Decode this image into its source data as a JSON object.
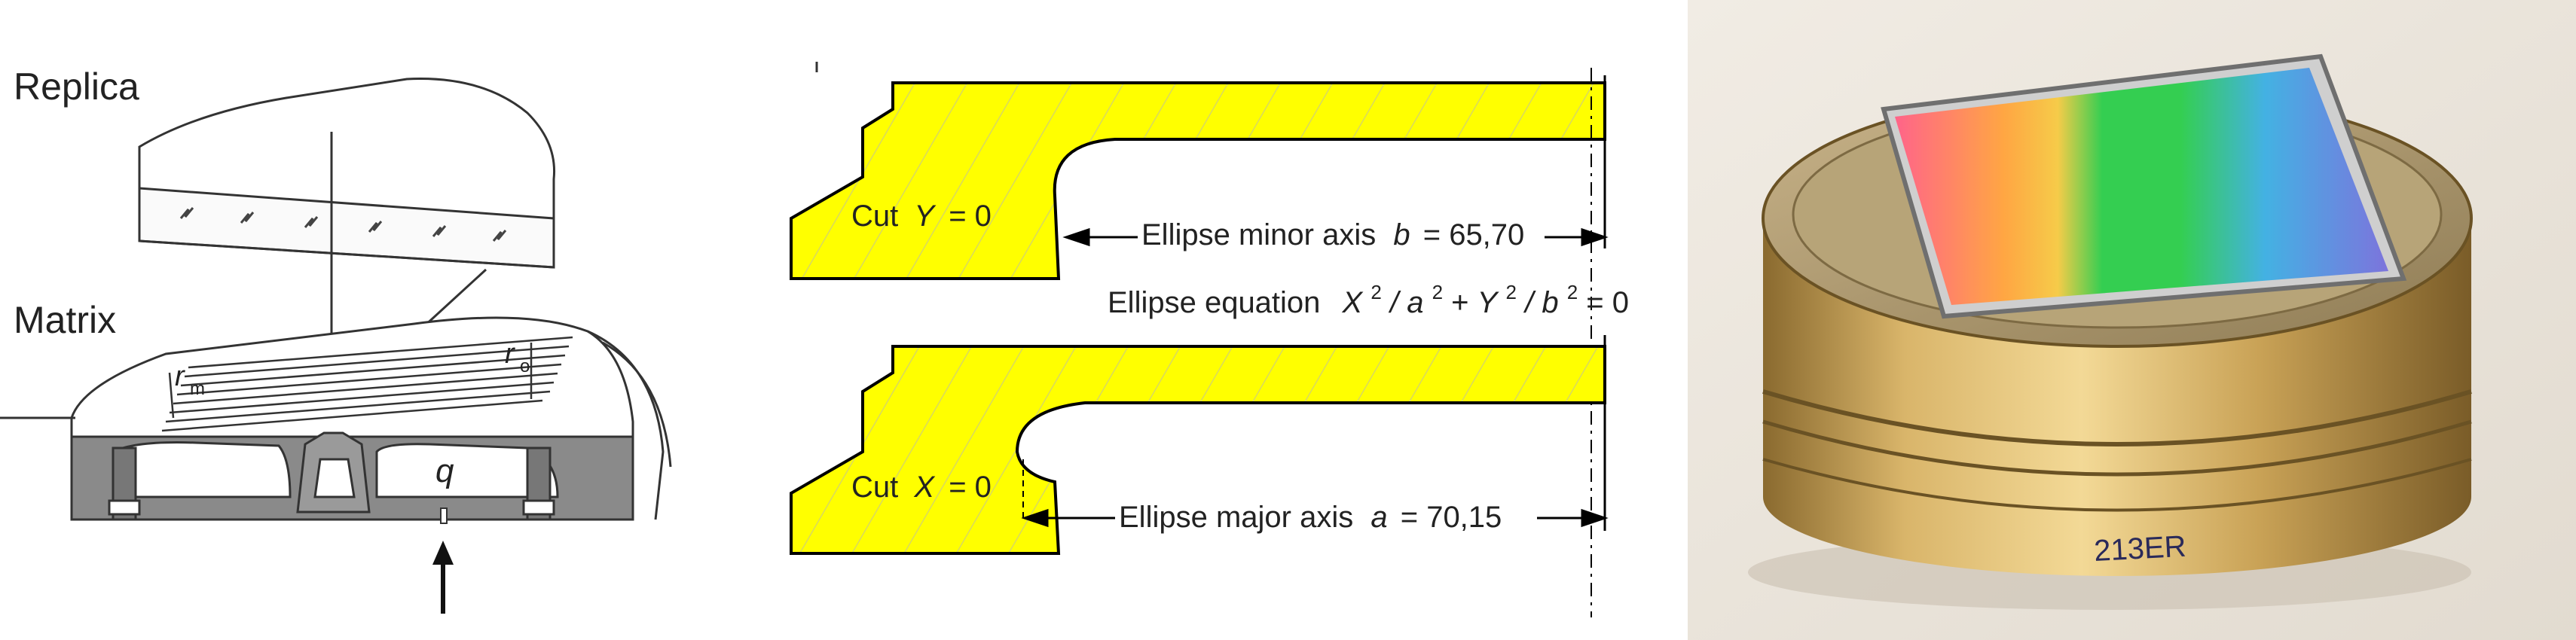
{
  "left": {
    "replica_label": "Replica",
    "matrix_label": "Matrix",
    "rm_label": "r",
    "rm_sub": "m",
    "ro_label": "r",
    "ro_sub": "o",
    "q_label": "q"
  },
  "middle": {
    "top": {
      "cut_label": "Cut",
      "cut_var": "Y",
      "cut_eq": "= 0",
      "axis_text": "Ellipse minor axis",
      "axis_var": "b",
      "axis_value": "= 65,70"
    },
    "equation": {
      "prefix": "Ellipse equation",
      "x": "X",
      "a": "a",
      "y": "Y",
      "b": "b",
      "exp": "2",
      "slash": "/",
      "plus": "+",
      "rhs": "= 0"
    },
    "bottom": {
      "cut_label": "Cut",
      "cut_var": "X",
      "cut_eq": "= 0",
      "axis_text": "Ellipse major axis",
      "axis_var": "a",
      "axis_value": "= 70,15"
    },
    "colors": {
      "fill": "#FFFF00",
      "hatch": "#d8d860",
      "outline": "#000000"
    }
  },
  "right": {
    "engraving": "213ER",
    "colors": {
      "brass": "#c9a256",
      "rainbow": [
        "#ff4f7a",
        "#ff9a2a",
        "#f5c430",
        "#19c83a",
        "#2aa7e0",
        "#6b61d8"
      ]
    }
  }
}
